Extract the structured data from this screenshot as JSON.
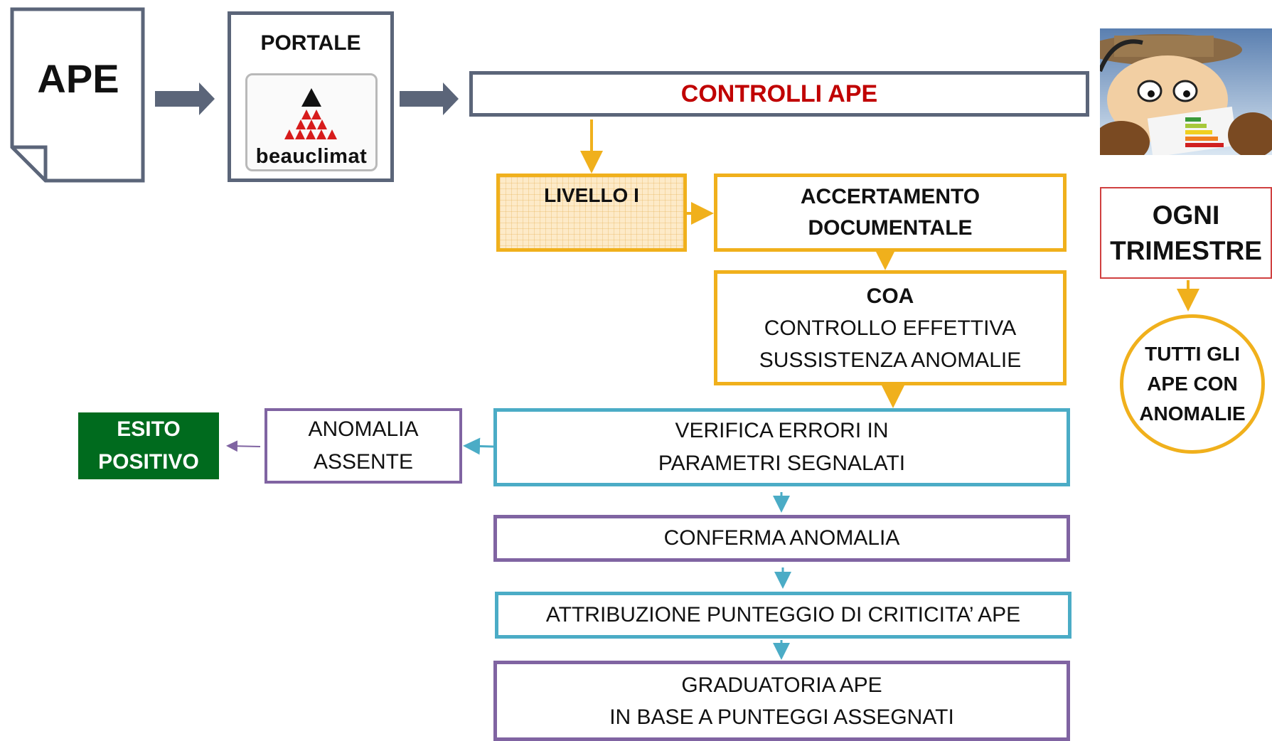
{
  "ape": {
    "label": "APE"
  },
  "portale": {
    "title": "PORTALE",
    "logo_text": "beauclimat"
  },
  "controlli": {
    "label": "CONTROLLI APE"
  },
  "livello": {
    "label": "LIVELLO I"
  },
  "accertamento": {
    "line1": "ACCERTAMENTO",
    "line2": "DOCUMENTALE"
  },
  "coa": {
    "title": "COA",
    "line1": "CONTROLLO EFFETTIVA",
    "line2": "SUSSISTENZA ANOMALIE"
  },
  "trimestre": {
    "line1": "OGNI",
    "line2": "TRIMESTRE"
  },
  "tutti": {
    "line1": "TUTTI GLI",
    "line2": "APE CON",
    "line3": "ANOMALIE"
  },
  "verifica": {
    "line1": "VERIFICA ERRORI IN",
    "line2": "PARAMETRI SEGNALATI"
  },
  "anomalia_assente": {
    "line1": "ANOMALIA",
    "line2": "ASSENTE"
  },
  "esito": {
    "line1": "ESITO",
    "line2": "POSITIVO"
  },
  "conferma": {
    "label": "CONFERMA ANOMALIA"
  },
  "attribuzione": {
    "label": "ATTRIBUZIONE PUNTEGGIO DI CRITICITA’ APE"
  },
  "graduatoria": {
    "line1": "GRADUATORIA APE",
    "line2": "IN BASE A PUNTEGGI ASSEGNATI"
  },
  "colors": {
    "slate": "#5b6579",
    "red": "#c00000",
    "orange": "#f0b01c",
    "teal": "#4bacc6",
    "purple": "#8064a2",
    "green": "#006b1e",
    "box_red": "#d04040"
  },
  "icons": {
    "detective": "detective-illustration-icon",
    "logo": "beauclimat-logo-icon"
  }
}
